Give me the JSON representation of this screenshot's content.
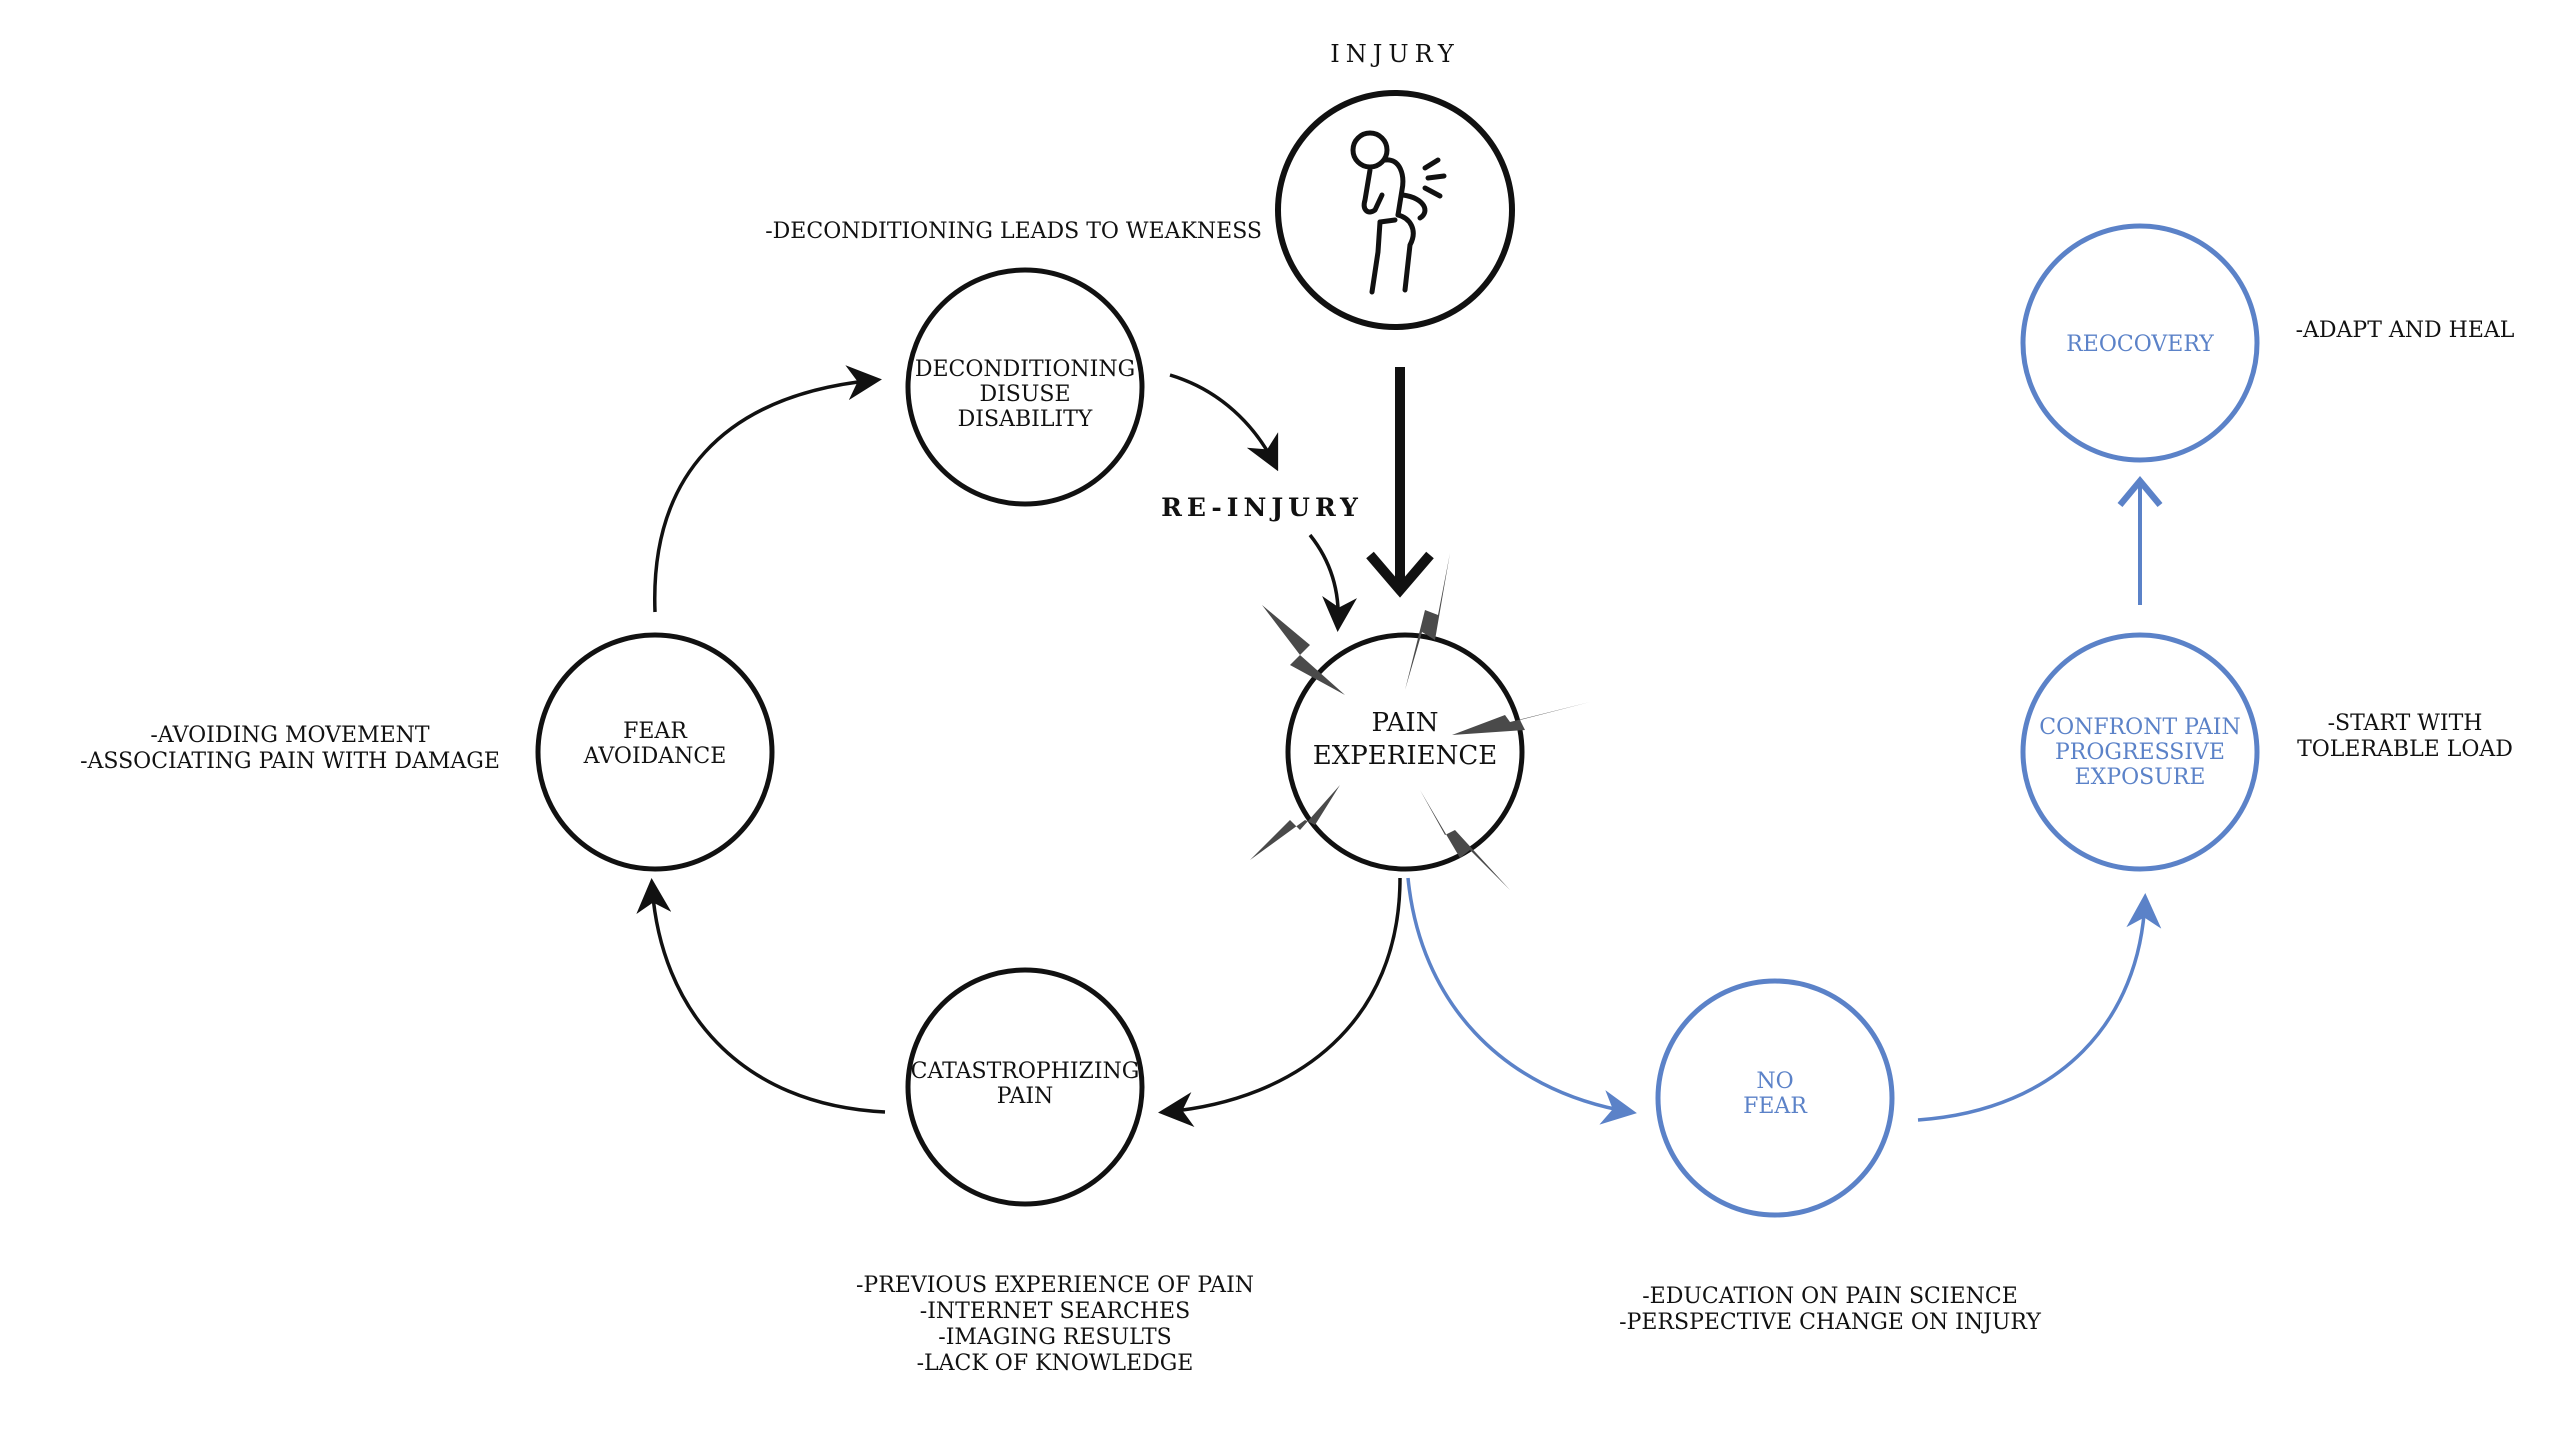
{
  "colors": {
    "black": "#111111",
    "blue": "#5b82c8",
    "bolt": "#4a4a4a"
  },
  "labels": {
    "injury": "INJURY",
    "reinjury": "RE-INJURY"
  },
  "nodes": {
    "pain": {
      "line1": "PAIN",
      "line2": "EXPERIENCE"
    },
    "deconditioning": {
      "line1": "DECONDITIONING",
      "line2": "DISUSE",
      "line3": "DISABILITY"
    },
    "fear": {
      "line1": "FEAR",
      "line2": "AVOIDANCE"
    },
    "catastrophizing": {
      "line1": "CATASTROPHIZING",
      "line2": "PAIN"
    },
    "nofear": {
      "line1": "NO",
      "line2": "FEAR"
    },
    "confront": {
      "line1": "CONFRONT PAIN",
      "line2": "PROGRESSIVE",
      "line3": "EXPOSURE"
    },
    "recovery": {
      "line1": "REOCOVERY"
    }
  },
  "notes": {
    "deconditioning": "-DECONDITIONING LEADS TO WEAKNESS",
    "fear": [
      "-AVOIDING MOVEMENT",
      "-ASSOCIATING PAIN WITH DAMAGE"
    ],
    "catastrophizing": [
      "-PREVIOUS EXPERIENCE OF PAIN",
      "-INTERNET SEARCHES",
      "-IMAGING RESULTS",
      "-LACK OF KNOWLEDGE"
    ],
    "nofear": [
      "-EDUCATION ON PAIN SCIENCE",
      "-PERSPECTIVE CHANGE ON INJURY"
    ],
    "confront": [
      "-START WITH",
      "TOLERABLE LOAD"
    ],
    "recovery": "-ADAPT AND HEAL"
  }
}
